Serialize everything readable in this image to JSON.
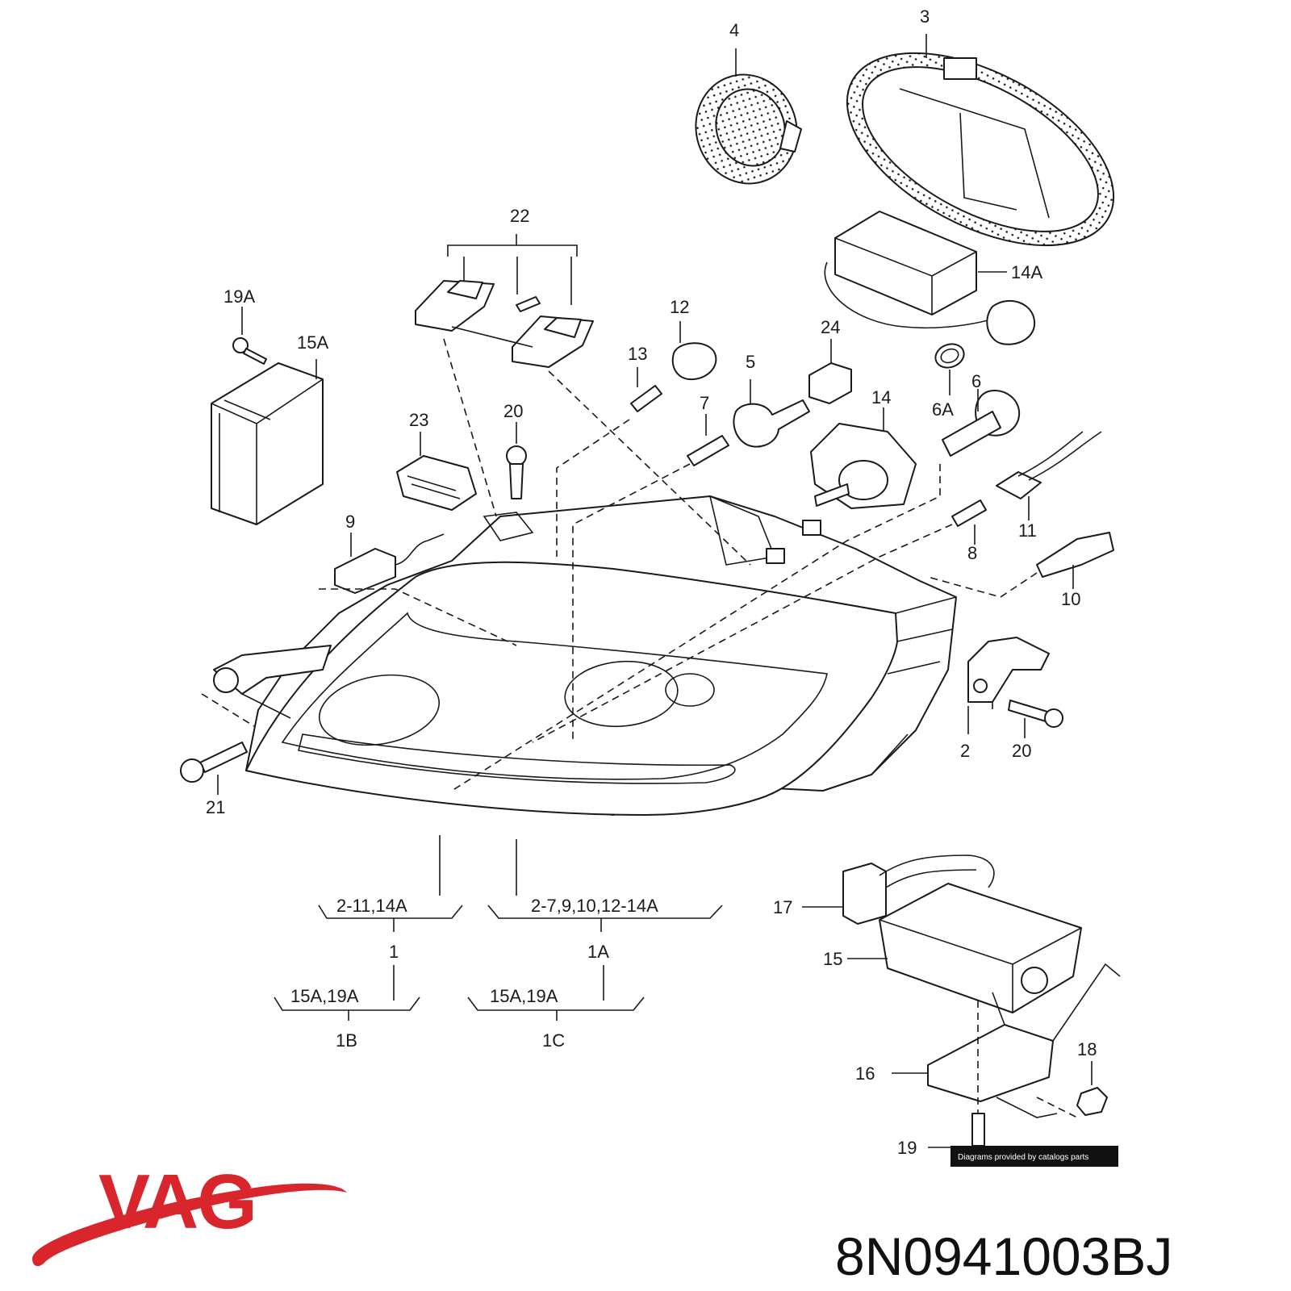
{
  "callouts": {
    "c4": "4",
    "c3": "3",
    "c22": "22",
    "c14A": "14A",
    "c19A": "19A",
    "c15A": "15A",
    "c12": "12",
    "c13": "13",
    "c24": "24",
    "c5": "5",
    "c6A": "6A",
    "c6": "6",
    "c7": "7",
    "c14": "14",
    "c23": "23",
    "c20a": "20",
    "c9": "9",
    "c11": "11",
    "c8": "8",
    "c10": "10",
    "c2": "2",
    "c20b": "20",
    "c21": "21",
    "c17": "17",
    "c15": "15",
    "c18": "18",
    "c16": "16",
    "c19": "19"
  },
  "groups": {
    "g1_range": "2-11,14A",
    "g1": "1",
    "g1A_range": "2-7,9,10,12-14A",
    "g1A": "1A",
    "g1B_range": "15A,19A",
    "g1B": "1B",
    "g1C_range": "15A,19A",
    "g1C": "1C"
  },
  "watermark": "Diagrams provided by catalogs parts",
  "brand": {
    "logo": "VAG",
    "color": "#d9262c"
  },
  "part_number": "8N0941003BJ"
}
